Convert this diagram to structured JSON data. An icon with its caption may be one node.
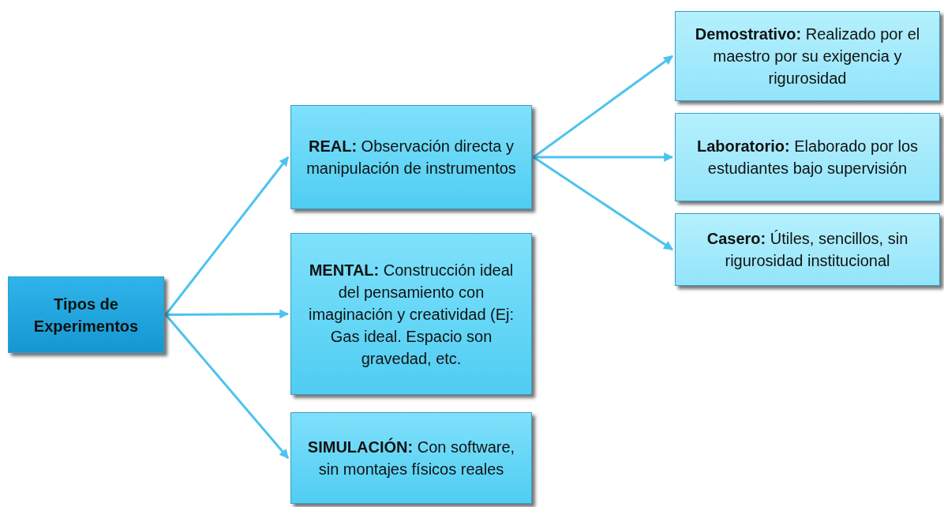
{
  "diagram": {
    "nodes": [
      {
        "text": [
          "Tipos de Experimentos"
        ]
      },
      {
        "text": [
          "**REAL:** Observación directa y manipulación de instrumentos"
        ]
      },
      {
        "text": [
          "**MENTAL:** Construcción ideal del pensamiento con imaginación y creatividad (Ej: Gas ideal. Espacio son gravedad, etc."
        ]
      },
      {
        "text": [
          "**SIMULACIÓN:** Con software, sin montajes físicos reales"
        ]
      },
      {
        "text": [
          "**Demostrativo:** Realizado por el maestro por su exigencia y rigurosidad"
        ]
      },
      {
        "text": [
          "**Laboratorio:** Elaborado por los estudiantes bajo supervisión"
        ]
      },
      {
        "text": [
          "**Casero:** Útiles, sencillos, sin rigurosidad institucional"
        ]
      }
    ],
    "edges": [
      {
        "from": 0,
        "to": 1,
        "arrow": "to"
      },
      {
        "from": 0,
        "to": 2,
        "arrow": "to"
      },
      {
        "from": 0,
        "to": 3,
        "arrow": "to"
      },
      {
        "from": 1,
        "to": 4,
        "arrow": "to"
      },
      {
        "from": 1,
        "to": 5,
        "arrow": "to"
      },
      {
        "from": 1,
        "to": 6,
        "arrow": "to"
      }
    ]
  }
}
